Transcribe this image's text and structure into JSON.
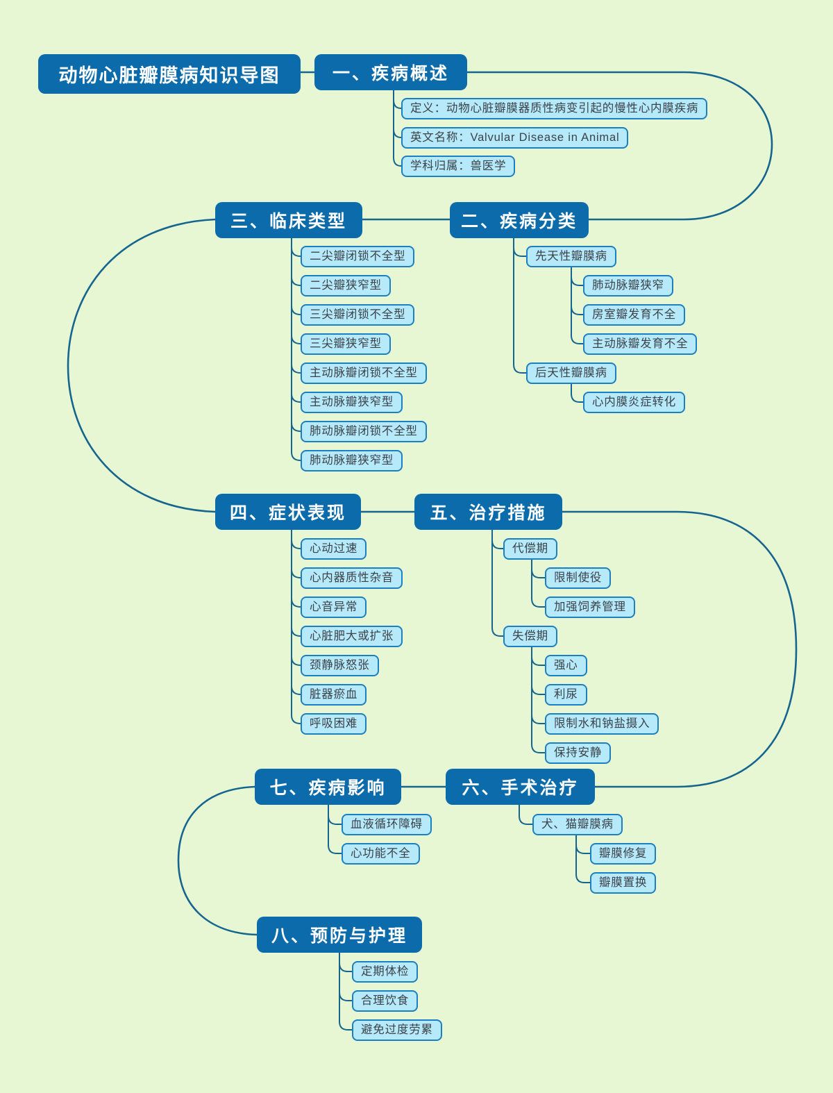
{
  "mindmap": {
    "title": "动物心脏瓣膜病知识导图",
    "colors": {
      "background": "#e8f7d3",
      "primary_node_fill": "#0b6bab",
      "primary_node_text": "#ffffff",
      "child_node_fill": "#b6e9f9",
      "child_node_border": "#1c7fc0",
      "child_node_text": "#3a424a",
      "connector": "#15658f"
    },
    "sections": [
      {
        "label": "一、疾病概述",
        "items": [
          "定义：动物心脏瓣膜器质性病变引起的慢性心内膜疾病",
          "英文名称：Valvular Disease in Animal",
          "学科归属：兽医学"
        ]
      },
      {
        "label": "二、疾病分类",
        "groups": [
          {
            "label": "先天性瓣膜病",
            "items": [
              "肺动脉瓣狭窄",
              "房室瓣发育不全",
              "主动脉瓣发育不全"
            ]
          },
          {
            "label": "后天性瓣膜病",
            "items": [
              "心内膜炎症转化"
            ]
          }
        ]
      },
      {
        "label": "三、临床类型",
        "items": [
          "二尖瓣闭锁不全型",
          "二尖瓣狭窄型",
          "三尖瓣闭锁不全型",
          "三尖瓣狭窄型",
          "主动脉瓣闭锁不全型",
          "主动脉瓣狭窄型",
          "肺动脉瓣闭锁不全型",
          "肺动脉瓣狭窄型"
        ]
      },
      {
        "label": "四、症状表现",
        "items": [
          "心动过速",
          "心内器质性杂音",
          "心音异常",
          "心脏肥大或扩张",
          "颈静脉怒张",
          "脏器瘀血",
          "呼吸困难"
        ]
      },
      {
        "label": "五、治疗措施",
        "groups": [
          {
            "label": "代偿期",
            "items": [
              "限制使役",
              "加强饲养管理"
            ]
          },
          {
            "label": "失偿期",
            "items": [
              "强心",
              "利尿",
              "限制水和钠盐摄入",
              "保持安静"
            ]
          }
        ]
      },
      {
        "label": "六、手术治疗",
        "groups": [
          {
            "label": "犬、猫瓣膜病",
            "items": [
              "瓣膜修复",
              "瓣膜置换"
            ]
          }
        ]
      },
      {
        "label": "七、疾病影响",
        "items": [
          "血液循环障碍",
          "心功能不全"
        ]
      },
      {
        "label": "八、预防与护理",
        "items": [
          "定期体检",
          "合理饮食",
          "避免过度劳累"
        ]
      }
    ]
  }
}
